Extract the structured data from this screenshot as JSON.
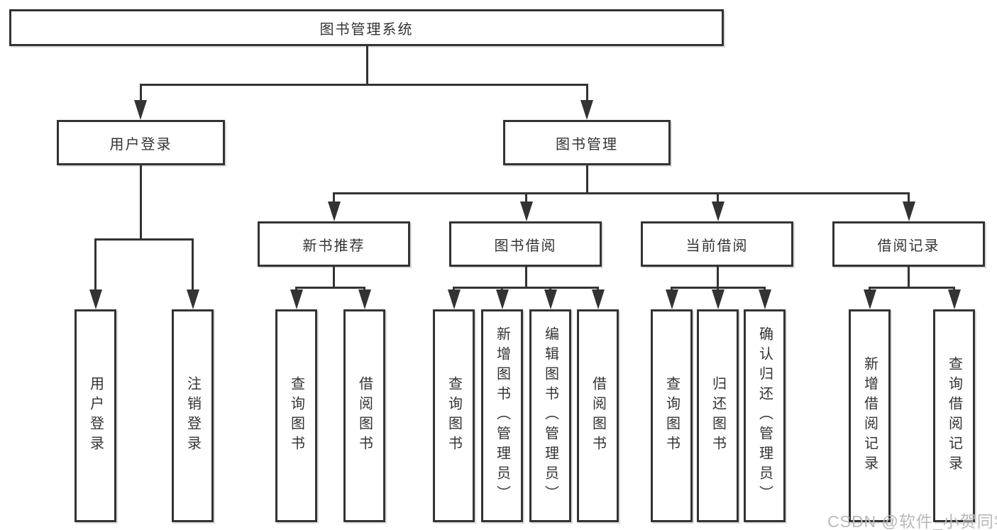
{
  "diagram": {
    "title": "图书管理系统",
    "type": "hierarchy-tree",
    "tree": {
      "label": "图书管理系统",
      "children": [
        {
          "label": "用户登录",
          "children": [
            {
              "label": "用户登录"
            },
            {
              "label": "注销登录"
            }
          ]
        },
        {
          "label": "图书管理",
          "children": [
            {
              "label": "新书推荐",
              "children": [
                {
                  "label": "查询图书"
                },
                {
                  "label": "借阅图书"
                }
              ]
            },
            {
              "label": "图书借阅",
              "children": [
                {
                  "label": "查询图书"
                },
                {
                  "label": "新增图书（管理员）"
                },
                {
                  "label": "编辑图书（管理员）"
                },
                {
                  "label": "借阅图书"
                }
              ]
            },
            {
              "label": "当前借阅",
              "children": [
                {
                  "label": "查询图书"
                },
                {
                  "label": "归还图书"
                },
                {
                  "label": "确认归还（管理员）"
                }
              ]
            },
            {
              "label": "借阅记录",
              "children": [
                {
                  "label": "新增借阅记录"
                },
                {
                  "label": "查询借阅记录"
                }
              ]
            }
          ]
        }
      ]
    }
  },
  "watermark": {
    "text": "CSDN @软件_小贺同学",
    "color": "#b9b9b9"
  },
  "colors": {
    "line": "#333333",
    "text": "#333333",
    "box_fill": "#ffffff",
    "background": "#ffffff"
  }
}
